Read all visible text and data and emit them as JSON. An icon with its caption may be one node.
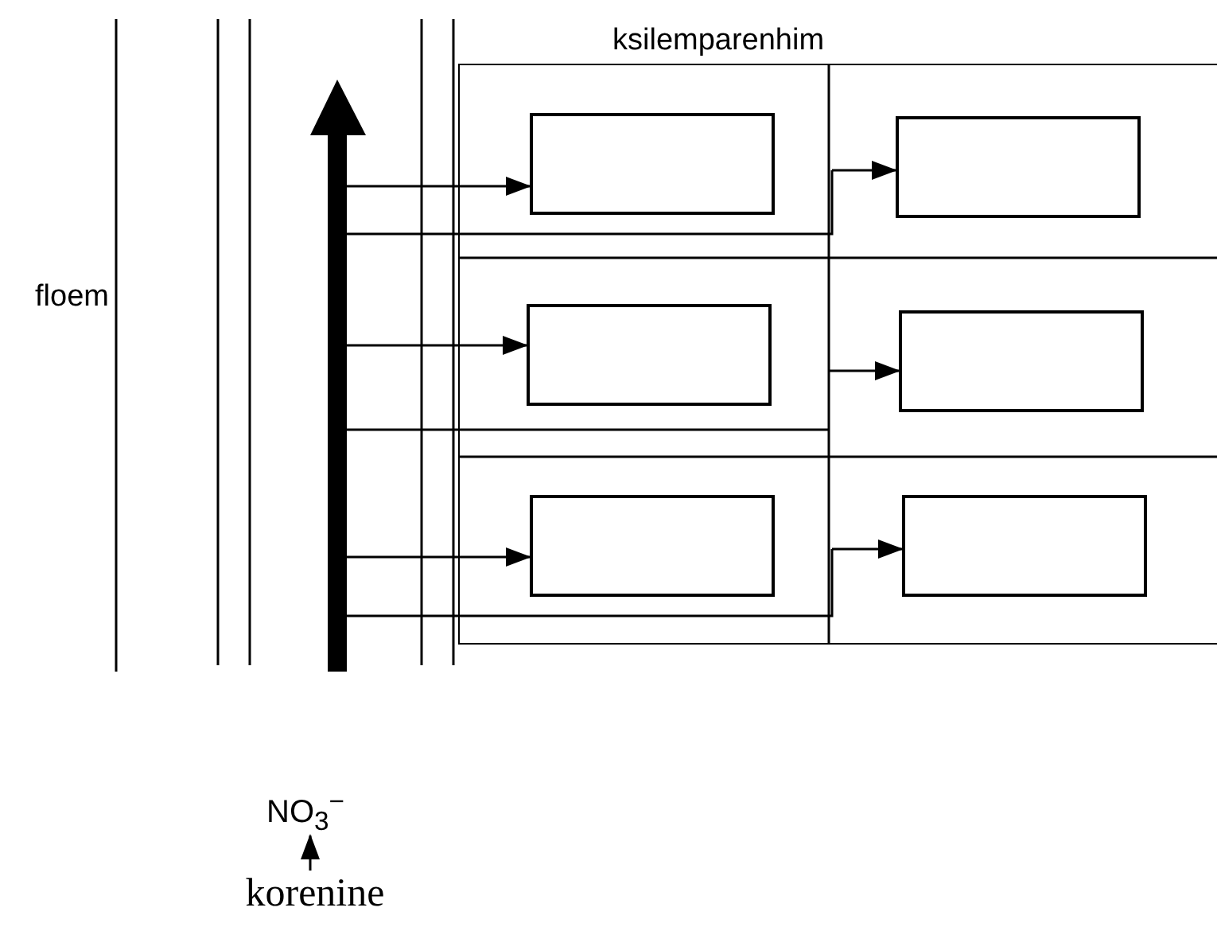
{
  "diagram": {
    "nodes": [
      {
        "text": [
          "korenine"
        ]
      },
      {
        "text": [
          "NO$_{3}$$^{−}$"
        ]
      },
      {
        "text": [
          "ksilemparenhim"
        ]
      },
      {
        "text": [],
        "shape": "box",
        "in": 2
      },
      {
        "text": [],
        "shape": "box",
        "in": 2
      },
      {
        "text": [],
        "shape": "box",
        "in": 2
      },
      {
        "text": [],
        "shape": "box",
        "in": 2
      },
      {
        "text": [],
        "shape": "box",
        "in": 2
      },
      {
        "text": [],
        "shape": "box",
        "in": 2
      }
    ],
    "edges": [
      {
        "from": 0,
        "to": 1,
        "arrow": "to"
      },
      {
        "from": null,
        "to": 3,
        "arrow": "to"
      },
      {
        "from": null,
        "to": 4,
        "arrow": "to"
      },
      {
        "from": null,
        "to": 5,
        "arrow": "to"
      },
      {
        "from": null,
        "to": 6,
        "arrow": "to"
      },
      {
        "from": null,
        "to": 7,
        "arrow": "to"
      },
      {
        "from": null,
        "to": 8,
        "arrow": "to"
      }
    ],
    "labels": [
      "floem"
    ]
  }
}
